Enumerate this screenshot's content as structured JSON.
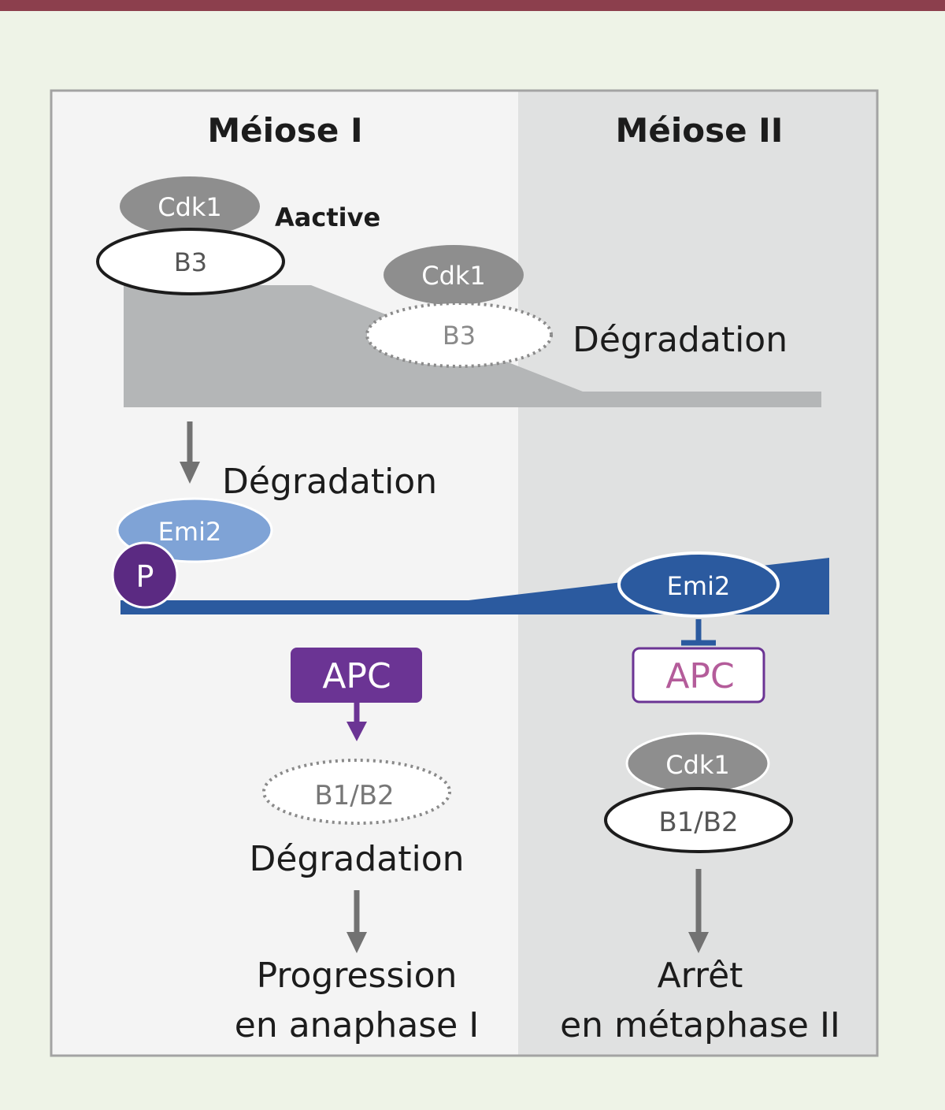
{
  "header": {
    "meiosis_1": "Méiose I",
    "meiosis_2": "Méiose II"
  },
  "meiosis_1": {
    "cdk1": "Cdk1",
    "b3": "B3",
    "active": "Aactive",
    "degradation_emi2": "Dégradation",
    "emi2": "Emi2",
    "phospho": "P",
    "apc": "APC",
    "b1b2": "B1/B2",
    "degradation_b1b2": "Dégradation",
    "outcome_line1": "Progression",
    "outcome_line2": "en anaphase I"
  },
  "transition": {
    "cdk1": "Cdk1",
    "b3": "B3",
    "degradation": "Dégradation"
  },
  "meiosis_2": {
    "emi2": "Emi2",
    "apc": "APC",
    "cdk1": "Cdk1",
    "b1b2": "B1/B2",
    "outcome_line1": "Arrêt",
    "outcome_line2": "en métaphase II"
  },
  "colors": {
    "panel_left": "#f4f4f4",
    "panel_right": "#e0e1e1",
    "border": "#a3a3a3",
    "b3_level": "#b4b6b7",
    "cdk1": "#8e8e8e",
    "emi2_light": "#7fa3d6",
    "emi2_dark": "#2b5a9f",
    "phospho": "#5b2a82",
    "apc_purple": "#6b3494",
    "apc_inactive_text": "#b45c9a",
    "arrow": "#727272",
    "text": "#1c1c1c"
  }
}
